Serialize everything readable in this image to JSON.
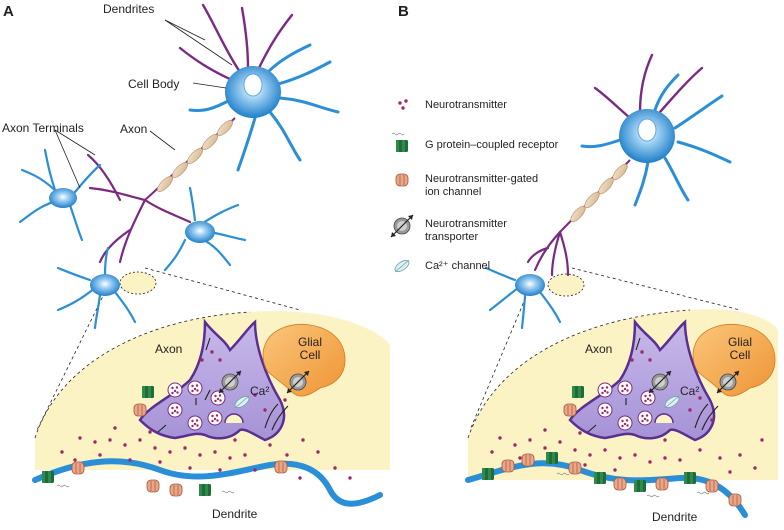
{
  "panels": {
    "a": "A",
    "b": "B"
  },
  "labels": {
    "dendrites": "Dendrites",
    "cell_body": "Cell Body",
    "axon_terminals": "Axon Terminals",
    "axon": "Axon"
  },
  "legend": {
    "neurotransmitter": "Neurotransmitter",
    "gpcr": "G protein–coupled receptor",
    "ion_channel_line1": "Neurotransmitter-gated",
    "ion_channel_line2": "ion channel",
    "transporter_line1": "Neurotransmitter",
    "transporter_line2": "transporter",
    "ca_channel": "Ca²⁺ channel"
  },
  "inset_a": {
    "axon": "Axon",
    "glial_1": "Glial",
    "glial_2": "Cell",
    "ca": "Ca²",
    "dendrite": "Dendrite"
  },
  "inset_b": {
    "axon": "Axon",
    "glial_1": "Glial",
    "glial_2": "Cell",
    "ca": "Ca²",
    "dendrite": "Dendrite"
  },
  "colors": {
    "neuron_blue": "#2a8fd6",
    "axon_purple": "#7b2a83",
    "terminal_fill": "#b7a6dd",
    "inset_bg": "#fbf3c4",
    "glial": "#f4a84a",
    "neurotransmitter": "#a0266e",
    "gpcr": "#1f6b3a",
    "ion_channel": "#eaa688"
  }
}
